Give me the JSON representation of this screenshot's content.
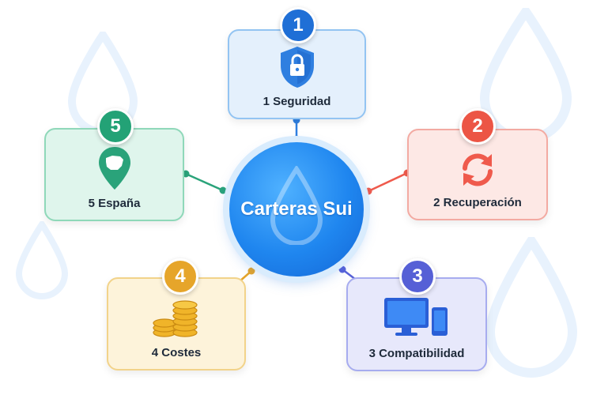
{
  "hub": {
    "title": "Carteras Sui"
  },
  "cards": {
    "seguridad": {
      "number": "1",
      "label": "1 Seguridad"
    },
    "recuperacion": {
      "number": "2",
      "label": "2 Recuperación"
    },
    "compatibilidad": {
      "number": "3",
      "label": "3 Compatibilidad"
    },
    "costes": {
      "number": "4",
      "label": "4 Costes"
    },
    "espana": {
      "number": "5",
      "label": "5 España"
    }
  },
  "colors": {
    "hub": "#1f86ef",
    "seguridad": "#2f7fe0",
    "recuperacion": "#ef5a4c",
    "compatibilidad": "#5862d8",
    "costes": "#e6a52a",
    "espana": "#2aa37a"
  },
  "icons": {
    "seguridad": "shield-lock-icon",
    "recuperacion": "refresh-arrows-icon",
    "compatibilidad": "monitor-phone-icon",
    "costes": "coin-stacks-icon",
    "espana": "spain-map-pin-icon"
  }
}
